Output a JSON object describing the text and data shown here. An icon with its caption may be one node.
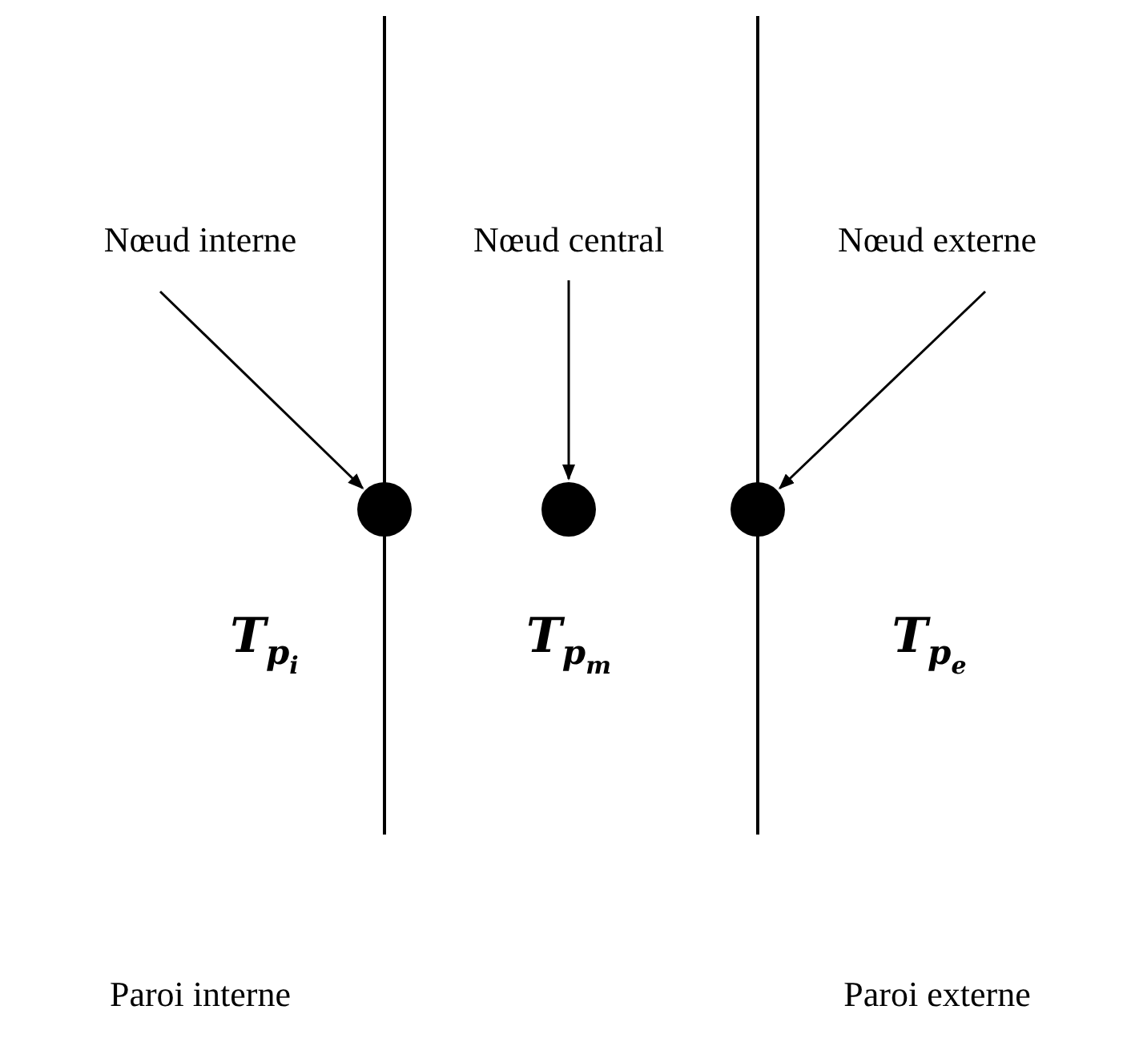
{
  "diagram": {
    "nodes": [
      {
        "text": [
          "Nœud interne"
        ]
      },
      {
        "text": [],
        "shape": "circle"
      },
      {
        "text": [
          "Nœud central"
        ]
      },
      {
        "text": [],
        "shape": "circle"
      },
      {
        "text": [
          "Nœud externe"
        ]
      },
      {
        "text": [],
        "shape": "circle"
      }
    ],
    "edges": [
      {
        "from": 0,
        "to": 1,
        "arrow": "to"
      },
      {
        "from": 2,
        "to": 3,
        "arrow": "to"
      },
      {
        "from": 4,
        "to": 5,
        "arrow": "to"
      }
    ],
    "labels": [
      "T$_{p}$$_{i}$",
      "T$_{p}$$_{m}$",
      "T$_{p}$$_{e}$",
      "Paroi interne",
      "Paroi externe"
    ]
  }
}
